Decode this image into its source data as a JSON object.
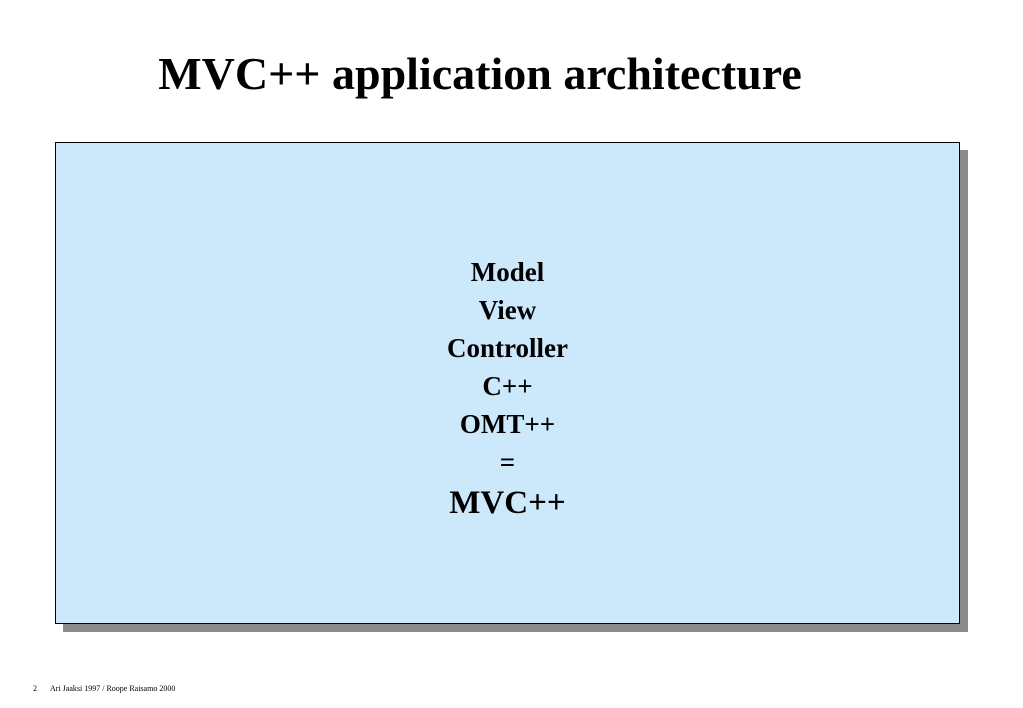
{
  "slide": {
    "title": "MVC++ application architecture"
  },
  "box": {
    "lines": [
      "Model",
      "View",
      "Controller",
      "C++",
      "OMT++",
      "="
    ],
    "result": "MVC++"
  },
  "footer": {
    "page_number": "2",
    "credit": "Ari Jaaksi 1997 / Roope Raisamo 2000"
  }
}
